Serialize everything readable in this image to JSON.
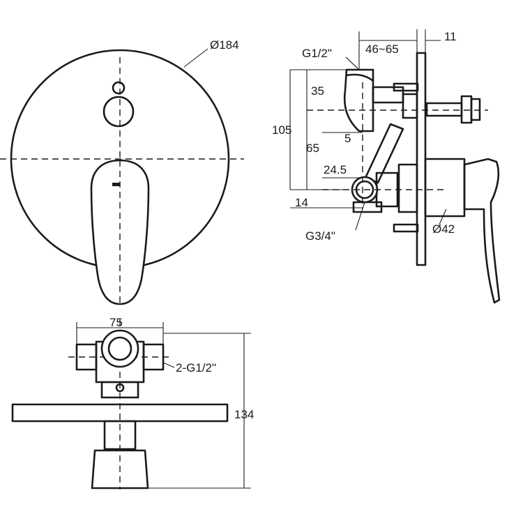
{
  "labels": {
    "dia184": "Ø184",
    "g12_top": "G1/2\"",
    "d46_65": "46~65",
    "d11": "11",
    "d35": "35",
    "d105": "105",
    "d65": "65",
    "d5": "5",
    "d24_5": "24.5",
    "d14": "14",
    "g34": "G3/4\"",
    "dia42": "Ø42",
    "d75": "75",
    "g12_two": "2-G1/2\"",
    "d134": "134"
  }
}
